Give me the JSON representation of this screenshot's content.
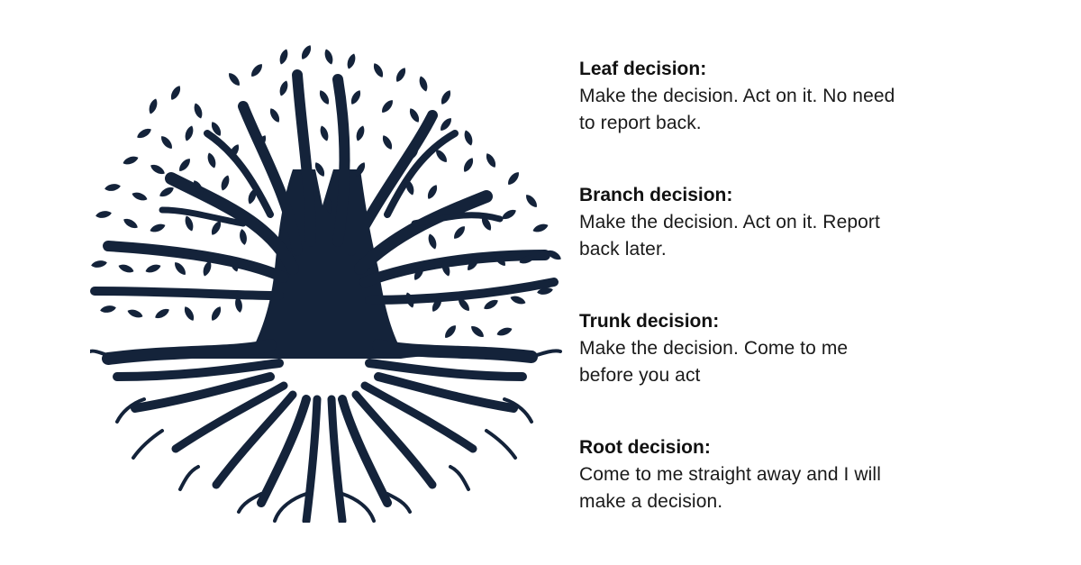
{
  "illustration": {
    "name": "tree-of-life",
    "color": "#14233a"
  },
  "legend": {
    "entries": [
      {
        "title": "Leaf decision:",
        "description_line1": "Make the decision. Act on it. No need",
        "description_line2": "to report back."
      },
      {
        "title": "Branch decision:",
        "description_line1": "Make the decision. Act on it. Report",
        "description_line2": "back later."
      },
      {
        "title": "Trunk decision:",
        "description_line1": "Make the decision. Come to me",
        "description_line2": "before you act"
      },
      {
        "title": "Root decision:",
        "description_line1": "Come to me straight away and I will",
        "description_line2": "make a decision."
      }
    ]
  }
}
